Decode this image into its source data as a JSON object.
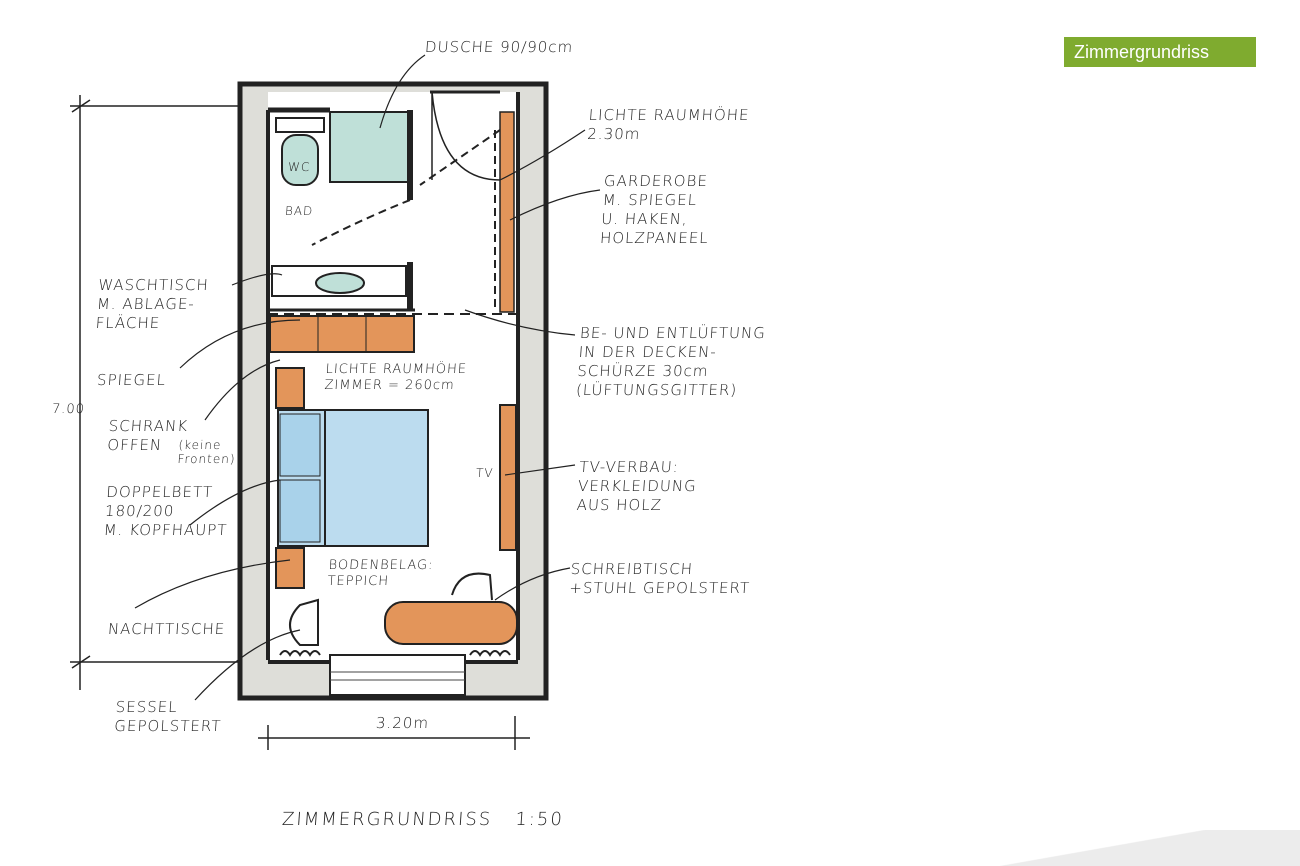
{
  "badge": "Zimmergrundriss",
  "title": "ZIMMERGRUNDRISS   1:50",
  "dimensions": {
    "height": "7.00",
    "width": "3.20m"
  },
  "labels": {
    "dusche": "DUSCHE 90/90cm",
    "raumhoehe_bad": "LICHTE RAUMHÖHE\n2.30m",
    "garderobe": "GARDEROBE\nM. SPIEGEL\nU. HAKEN,\nHOLZPANEEL",
    "lueftung": "BE- UND ENTLÜFTUNG\nIN DER DECKEN-\nSCHÜRZE 30cm\n(LÜFTUNGSGITTER)",
    "tv": "TV-VERBAU:\nVERKLEIDUNG\nAUS HOLZ",
    "schreibtisch": "SCHREIBTISCH\n+STUHL GEPOLSTERT",
    "waschtisch": "WASCHTISCH\nM. ABLAGE-\nFLÄCHE",
    "spiegel": "SPIEGEL",
    "schrank": "SCHRANK\nOFFEN",
    "schrank_note": "(keine\nFronten)",
    "doppelbett": "DOPPELBETT\n180/200\nM. KOPFHAUPT",
    "nachttische": "NACHTTISCHE",
    "sessel": "SESSEL\nGEPOLSTERT",
    "raumhoehe_zimmer": "LICHTE RAUMHÖHE\nZIMMER = 260cm",
    "bodenbelag": "BODENBELAG:\nTEPPICH",
    "bad": "BAD",
    "wc": "WC",
    "tv_mark": "TV"
  },
  "colors": {
    "wood": "#e3955a",
    "tile": "#bfe0d8",
    "bed": "#bcdcef",
    "wall": "#2a2a2a",
    "floor_grey": "#dcdcd8",
    "brand": "#7fab2f"
  }
}
